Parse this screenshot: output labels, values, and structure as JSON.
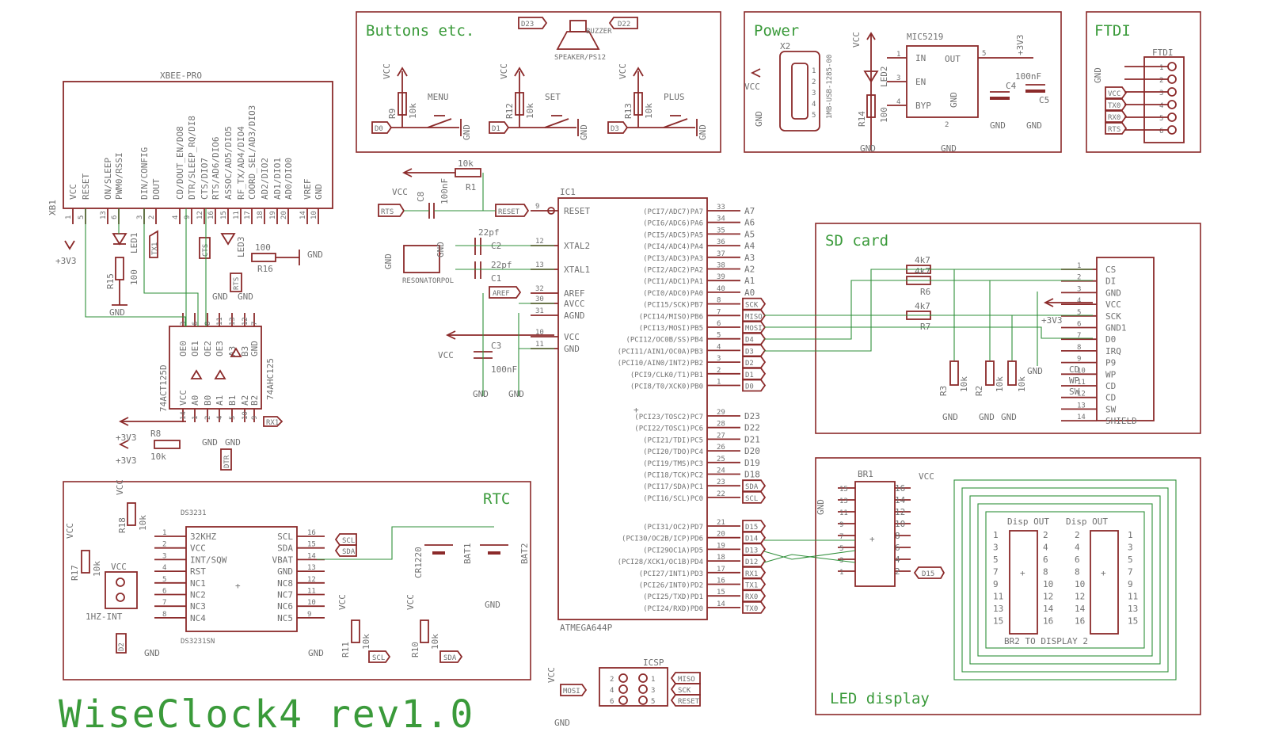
{
  "title": "WiseClock4 rev1.0",
  "sections": {
    "buttons": "Buttons etc.",
    "power": "Power",
    "ftdi": "FTDI",
    "sd": "SD card",
    "rtc": "RTC",
    "led": "LED display"
  },
  "xbee": {
    "name": "XBEE-PRO",
    "ref": "XB1",
    "pins": [
      {
        "num": "1",
        "name": "VCC"
      },
      {
        "num": "5",
        "name": "RESET"
      },
      {
        "num": "13",
        "name": "ON/SLEEP"
      },
      {
        "num": "6",
        "name": "PWM0/RSSI"
      },
      {
        "num": "3",
        "name": "DIN/CONFIG"
      },
      {
        "num": "2",
        "name": "DOUT"
      },
      {
        "num": "4",
        "name": "CD/DOUT_EN/DO8"
      },
      {
        "num": "9",
        "name": "DTR/SLEEP_RQ/DI8"
      },
      {
        "num": "12",
        "name": "CTS/DIO7"
      },
      {
        "num": "16",
        "name": "RTS/AD6/DIO6"
      },
      {
        "num": "15",
        "name": "ASSOC/AD5/DIO5"
      },
      {
        "num": "11",
        "name": "RF_TX/AD4/DIO4"
      },
      {
        "num": "17",
        "name": "COORD_SEL/AD3/DIO3"
      },
      {
        "num": "18",
        "name": "AD2/DIO2"
      },
      {
        "num": "19",
        "name": "AD1/DIO1"
      },
      {
        "num": "20",
        "name": "AD0/DIO0"
      },
      {
        "num": "14",
        "name": "VREF"
      },
      {
        "num": "10",
        "name": "GND"
      }
    ]
  },
  "buffer": {
    "name": "74AHC125",
    "ref": "74ACT125D",
    "top_pins": [
      "OE0",
      "OE1",
      "OE2",
      "OE3",
      "A3",
      "B3",
      "GND"
    ],
    "top_nums": [
      "3",
      "6",
      "8",
      "11",
      "13",
      "12",
      "7"
    ],
    "bot_pins": [
      "VCC",
      "A0",
      "B0",
      "A1",
      "B1",
      "A2",
      "B2"
    ],
    "bot_nums": [
      "14",
      "1",
      "2",
      "4",
      "5",
      "10",
      "9"
    ]
  },
  "mcu": {
    "ref": "IC1",
    "name": "ATMEGA644P",
    "left": [
      {
        "num": "9",
        "name": "RESET"
      },
      {
        "num": "12",
        "name": "XTAL2"
      },
      {
        "num": "13",
        "name": "XTAL1"
      },
      {
        "num": "32",
        "name": "AREF"
      },
      {
        "num": "30",
        "name": "AVCC"
      },
      {
        "num": "31",
        "name": "AGND"
      },
      {
        "num": "10",
        "name": "VCC"
      },
      {
        "num": "11",
        "name": "GND"
      }
    ],
    "right": [
      {
        "num": "33",
        "name": "(PCI7/ADC7)PA7",
        "net": "A7"
      },
      {
        "num": "34",
        "name": "(PCI6/ADC6)PA6",
        "net": "A6"
      },
      {
        "num": "35",
        "name": "(PCI5/ADC5)PA5",
        "net": "A5"
      },
      {
        "num": "36",
        "name": "(PCI4/ADC4)PA4",
        "net": "A4"
      },
      {
        "num": "37",
        "name": "(PCI3/ADC3)PA3",
        "net": "A3"
      },
      {
        "num": "38",
        "name": "(PCI2/ADC2)PA2",
        "net": "A2"
      },
      {
        "num": "39",
        "name": "(PCI1/ADC1)PA1",
        "net": "A1"
      },
      {
        "num": "40",
        "name": "(PCI0/ADC0)PA0",
        "net": "A0"
      },
      {
        "num": "8",
        "name": "(PCI15/SCK)PB7",
        "net": "SCK"
      },
      {
        "num": "7",
        "name": "(PCI14/MISO)PB6",
        "net": "MISO"
      },
      {
        "num": "6",
        "name": "(PCI13/MOSI)PB5",
        "net": "MOSI"
      },
      {
        "num": "5",
        "name": "(PCI12/OC0B/SS)PB4",
        "net": "D4"
      },
      {
        "num": "4",
        "name": "(PCI11/AIN1/OC0A)PB3",
        "net": "D3"
      },
      {
        "num": "3",
        "name": "(PCI10/AIN0/INT2)PB2",
        "net": "D2"
      },
      {
        "num": "2",
        "name": "(PCI9/CLK0/T1)PB1",
        "net": "D1"
      },
      {
        "num": "1",
        "name": "(PCI8/T0/XCK0)PB0",
        "net": "D0"
      },
      {
        "num": "29",
        "name": "(PCI23/TOSC2)PC7",
        "net": "D23"
      },
      {
        "num": "28",
        "name": "(PCI22/TOSC1)PC6",
        "net": "D22"
      },
      {
        "num": "27",
        "name": "(PCI21/TDI)PC5",
        "net": "D21"
      },
      {
        "num": "26",
        "name": "(PCI20/TDO)PC4",
        "net": "D20"
      },
      {
        "num": "25",
        "name": "(PCI19/TMS)PC3",
        "net": "D19"
      },
      {
        "num": "24",
        "name": "(PCI18/TCK)PC2",
        "net": "D18"
      },
      {
        "num": "23",
        "name": "(PCI17/SDA)PC1",
        "net": "SDA"
      },
      {
        "num": "22",
        "name": "(PCI16/SCL)PC0",
        "net": "SCL"
      },
      {
        "num": "21",
        "name": "(PCI31/OC2)PD7",
        "net": "D15"
      },
      {
        "num": "20",
        "name": "(PCI30/OC2B/ICP)PD6",
        "net": "D14"
      },
      {
        "num": "19",
        "name": "(PCI29OC1A)PD5",
        "net": "D13"
      },
      {
        "num": "18",
        "name": "(PCI28/XCK1/OC1B)PD4",
        "net": "D12"
      },
      {
        "num": "17",
        "name": "(PCI27/INT1)PD3",
        "net": "RX1"
      },
      {
        "num": "16",
        "name": "(PCI26/INT0)PD2",
        "net": "TX1"
      },
      {
        "num": "15",
        "name": "(PCI25/TXD)PD1",
        "net": "RX0"
      },
      {
        "num": "14",
        "name": "(PCI24/RXD)PD0",
        "net": "TX0"
      }
    ]
  },
  "rtc_chip": {
    "ref": "DS3231",
    "name": "DS3231SN",
    "left": [
      {
        "num": "1",
        "name": "32KHZ"
      },
      {
        "num": "2",
        "name": "VCC"
      },
      {
        "num": "3",
        "name": "INT/SQW"
      },
      {
        "num": "4",
        "name": "RST"
      },
      {
        "num": "5",
        "name": "NC1"
      },
      {
        "num": "6",
        "name": "NC2"
      },
      {
        "num": "7",
        "name": "NC3"
      },
      {
        "num": "8",
        "name": "NC4"
      }
    ],
    "right": [
      {
        "num": "16",
        "name": "SCL"
      },
      {
        "num": "15",
        "name": "SDA"
      },
      {
        "num": "14",
        "name": "VBAT"
      },
      {
        "num": "13",
        "name": "GND"
      },
      {
        "num": "12",
        "name": "NC8"
      },
      {
        "num": "11",
        "name": "NC7"
      },
      {
        "num": "10",
        "name": "NC6"
      },
      {
        "num": "9",
        "name": "NC5"
      }
    ]
  },
  "sd_conn": {
    "nums": [
      "1",
      "2",
      "3",
      "4",
      "5",
      "6",
      "7",
      "8",
      "9",
      "10",
      "11",
      "12",
      "13",
      "14"
    ],
    "names": [
      "CS",
      "DI",
      "GND",
      "VCC",
      "SCK",
      "GND1",
      "D0",
      "IRQ",
      "P9",
      "WP",
      "CD",
      "CD",
      "SW",
      "SHIELD"
    ],
    "side_labels": [
      "CD",
      "WP",
      "SW"
    ]
  },
  "ftdi": {
    "ref": "FTDI",
    "nums": [
      "1",
      "2",
      "3",
      "4",
      "5",
      "6"
    ],
    "nets": [
      "GND",
      "VCC",
      "TX0",
      "RX0",
      "RTS"
    ]
  },
  "power": {
    "reg": "MIC5219",
    "left": [
      {
        "num": "1",
        "name": "IN"
      },
      {
        "num": "3",
        "name": "EN"
      },
      {
        "num": "4",
        "name": "BYP"
      }
    ],
    "right": [
      {
        "num": "5",
        "name": "OUT"
      },
      {
        "num": "2",
        "name": "GND"
      }
    ],
    "usb": "X2",
    "usb_pins": [
      "1",
      "2",
      "3",
      "4",
      "5"
    ],
    "usb_part": "1MB-USB-1285-00",
    "parts": [
      "LED2",
      "R14",
      "100",
      "C4",
      "100nF",
      "C5"
    ]
  },
  "icsp": {
    "name": "ICSP",
    "left_nums": [
      "2",
      "4",
      "6"
    ],
    "right_nums": [
      "1",
      "3",
      "5"
    ],
    "left_nets": [
      "VCC",
      "MOSI",
      "GND"
    ],
    "right_nets": [
      "MISO",
      "SCK",
      "RESET"
    ]
  },
  "ribbon": {
    "ref": "BR1",
    "left": [
      "15",
      "13",
      "11",
      "9",
      "7",
      "5",
      "3",
      "1"
    ],
    "right": [
      "16",
      "14",
      "12",
      "10",
      "8",
      "6",
      "4",
      "2"
    ],
    "disp_left": "Disp OUT",
    "disp_right": "Disp OUT",
    "disp_ref": "BR2 TO DISPLAY 2",
    "disp_nums_a": [
      "1",
      "3",
      "5",
      "7",
      "9",
      "11",
      "13",
      "15"
    ],
    "disp_nums_b": [
      "2",
      "4",
      "6",
      "8",
      "10",
      "12",
      "14",
      "16"
    ]
  },
  "nets": {
    "vcc": "VCC",
    "gnd": "GND",
    "v33": "+3V3",
    "rx1": "RX1",
    "dtr": "DTR",
    "rts": "RTS",
    "tx1": "TX1",
    "cts": "CTS",
    "reset": "RESET",
    "aref": "AREF",
    "scl": "SCL",
    "sda": "SDA",
    "d15": "D15",
    "d2": "D2",
    "mosi": "MOSI"
  },
  "buttons": [
    {
      "label": "MENU",
      "res": "R9",
      "val": "10k",
      "net": "D0"
    },
    {
      "label": "SET",
      "res": "R12",
      "val": "10k",
      "net": "D1"
    },
    {
      "label": "PLUS",
      "res": "R13",
      "val": "10k",
      "net": "D3"
    }
  ],
  "buzzer": {
    "left": "D23",
    "right": "D22",
    "name": "BUZZER",
    "part": "SPEAKER/PS12"
  },
  "parts": {
    "r1": "R1",
    "r1v": "10k",
    "c8": "C8",
    "c8v": "100nF",
    "c2": "C2",
    "c2v": "22pf",
    "c1": "C1",
    "c1v": "22pf",
    "c3": "C3",
    "c3v": "100nF",
    "res": "RESONATORPOL",
    "r15": "R15",
    "r15v": "100",
    "led1": "LED1",
    "led3": "LED3",
    "r16": "R16",
    "r16v": "100",
    "r8": "R8",
    "r8v": "10k",
    "r18": "R18",
    "r18v": "10k",
    "r17": "R17",
    "r17v": "10k",
    "hz": "1HZ-INT",
    "cr": "CR1220",
    "bat1": "BAT1",
    "bat2": "BAT2",
    "r11": "R11",
    "r11v": "10k",
    "r10": "R10",
    "r10v": "10k",
    "r3": "R3",
    "r3v": "10k",
    "r2": "R2",
    "r2v": "10k",
    "r4v": "10k",
    "r5v": "4k7",
    "r6": "R6",
    "r6v": "4k7",
    "r7": "R7",
    "r7v": "4k7"
  }
}
